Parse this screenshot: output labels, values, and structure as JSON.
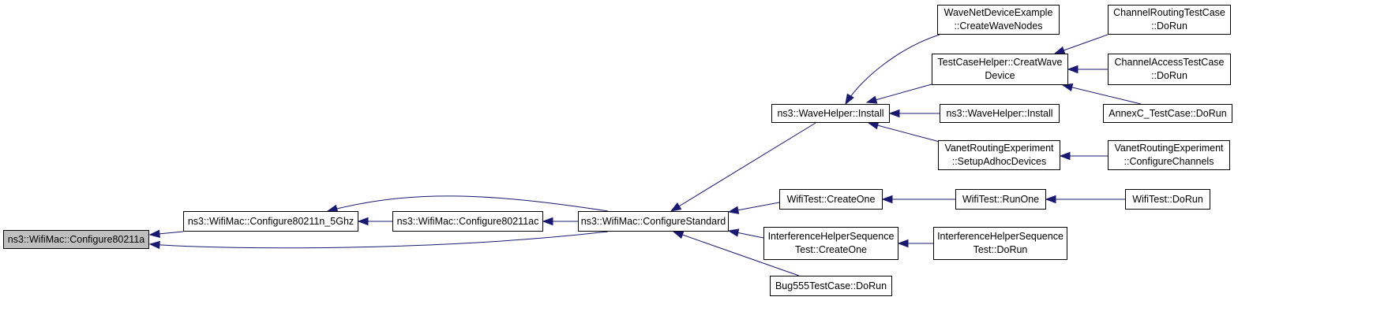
{
  "nodes": [
    {
      "id": "configure80211a",
      "label": "ns3::WifiMac::Configure80211a",
      "focus": true
    },
    {
      "id": "configure80211n5ghz",
      "label": "ns3::WifiMac::Configure80211n_5Ghz"
    },
    {
      "id": "configure80211ac",
      "label": "ns3::WifiMac::Configure80211ac"
    },
    {
      "id": "configurestandard",
      "label": "ns3::WifiMac::ConfigureStandard"
    },
    {
      "id": "wavehelper-install-a",
      "label": "ns3::WaveHelper::Install"
    },
    {
      "id": "wavenetdeviceexample",
      "label": "WaveNetDeviceExample\n::CreateWaveNodes"
    },
    {
      "id": "testcasehelper",
      "label": "TestCaseHelper::CreatWave\nDevice"
    },
    {
      "id": "wavehelper-install-b",
      "label": "ns3::WaveHelper::Install"
    },
    {
      "id": "vanet-setup",
      "label": "VanetRoutingExperiment\n::SetupAdhocDevices"
    },
    {
      "id": "channelrouting",
      "label": "ChannelRoutingTestCase\n::DoRun"
    },
    {
      "id": "channelaccess",
      "label": "ChannelAccessTestCase\n::DoRun"
    },
    {
      "id": "annexc",
      "label": "AnnexC_TestCase::DoRun"
    },
    {
      "id": "vanet-configure",
      "label": "VanetRoutingExperiment\n::ConfigureChannels"
    },
    {
      "id": "wifitest-createone",
      "label": "WifiTest::CreateOne"
    },
    {
      "id": "wifitest-runone",
      "label": "WifiTest::RunOne"
    },
    {
      "id": "wifitest-dorun",
      "label": "WifiTest::DoRun"
    },
    {
      "id": "interference-createone",
      "label": "InterferenceHelperSequence\nTest::CreateOne"
    },
    {
      "id": "interference-dorun",
      "label": "InterferenceHelperSequence\nTest::DoRun"
    },
    {
      "id": "bug555",
      "label": "Bug555TestCase::DoRun"
    }
  ],
  "edges": [
    {
      "from": "configure80211n5ghz",
      "to": "configure80211a"
    },
    {
      "from": "configurestandard",
      "to": "configure80211a"
    },
    {
      "from": "configure80211ac",
      "to": "configure80211n5ghz"
    },
    {
      "from": "configurestandard",
      "to": "configure80211n5ghz"
    },
    {
      "from": "configurestandard",
      "to": "configure80211ac"
    },
    {
      "from": "wavehelper-install-a",
      "to": "configurestandard"
    },
    {
      "from": "wifitest-createone",
      "to": "configurestandard"
    },
    {
      "from": "interference-createone",
      "to": "configurestandard"
    },
    {
      "from": "bug555",
      "to": "configurestandard"
    },
    {
      "from": "wavenetdeviceexample",
      "to": "wavehelper-install-a"
    },
    {
      "from": "testcasehelper",
      "to": "wavehelper-install-a"
    },
    {
      "from": "wavehelper-install-b",
      "to": "wavehelper-install-a"
    },
    {
      "from": "vanet-setup",
      "to": "wavehelper-install-a"
    },
    {
      "from": "channelrouting",
      "to": "testcasehelper"
    },
    {
      "from": "channelaccess",
      "to": "testcasehelper"
    },
    {
      "from": "annexc",
      "to": "testcasehelper"
    },
    {
      "from": "vanet-configure",
      "to": "vanet-setup"
    },
    {
      "from": "wifitest-runone",
      "to": "wifitest-createone"
    },
    {
      "from": "wifitest-dorun",
      "to": "wifitest-runone"
    },
    {
      "from": "interference-dorun",
      "to": "interference-createone"
    }
  ],
  "colors": {
    "edge": "#191970",
    "node_border": "#000000",
    "focus_fill": "#bfbfbf",
    "node_fill": "#ffffff"
  }
}
